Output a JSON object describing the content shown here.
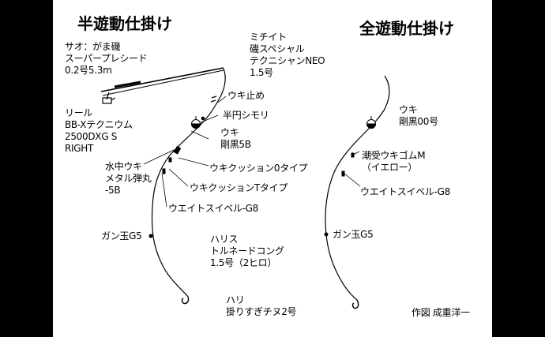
{
  "titles": {
    "left": "半遊動仕掛け",
    "right": "全遊動仕掛け"
  },
  "left_rig": {
    "rod": [
      "サオ：がま磯",
      "スーパープレシード",
      "0.2号5.3m"
    ],
    "line": [
      "ミチイト",
      "磯スペシャル",
      "テクニシャンNEO",
      "1.5号"
    ],
    "float_stop": "ウキ止め",
    "half_round_sinker": "半円シモリ",
    "reel": [
      "リール",
      "BB-Xテクニウム",
      "2500DXG S",
      "RIGHT"
    ],
    "float": [
      "ウキ",
      "剛黒5B"
    ],
    "underwater_float": [
      "水中ウキ",
      "メタル弾丸",
      "-5B"
    ],
    "cushion_0": "ウキクッション0タイプ",
    "cushion_t": "ウキクッションTタイプ",
    "swivel": "ウエイトスイベル-G8",
    "split_shot": "ガン玉G5",
    "leader": [
      "ハリス",
      "トルネードコング",
      "1.5号（2ヒロ）"
    ],
    "hook": [
      "ハリ",
      "掛りすぎチヌ2号"
    ]
  },
  "right_rig": {
    "float": [
      "ウキ",
      "剛黒00号"
    ],
    "rubber": [
      "潮受ウキゴムM",
      "（イエロー）"
    ],
    "swivel": "ウエイトスイベル-G8",
    "split_shot": "ガン玉G5"
  },
  "credit": "作図 成重洋一"
}
